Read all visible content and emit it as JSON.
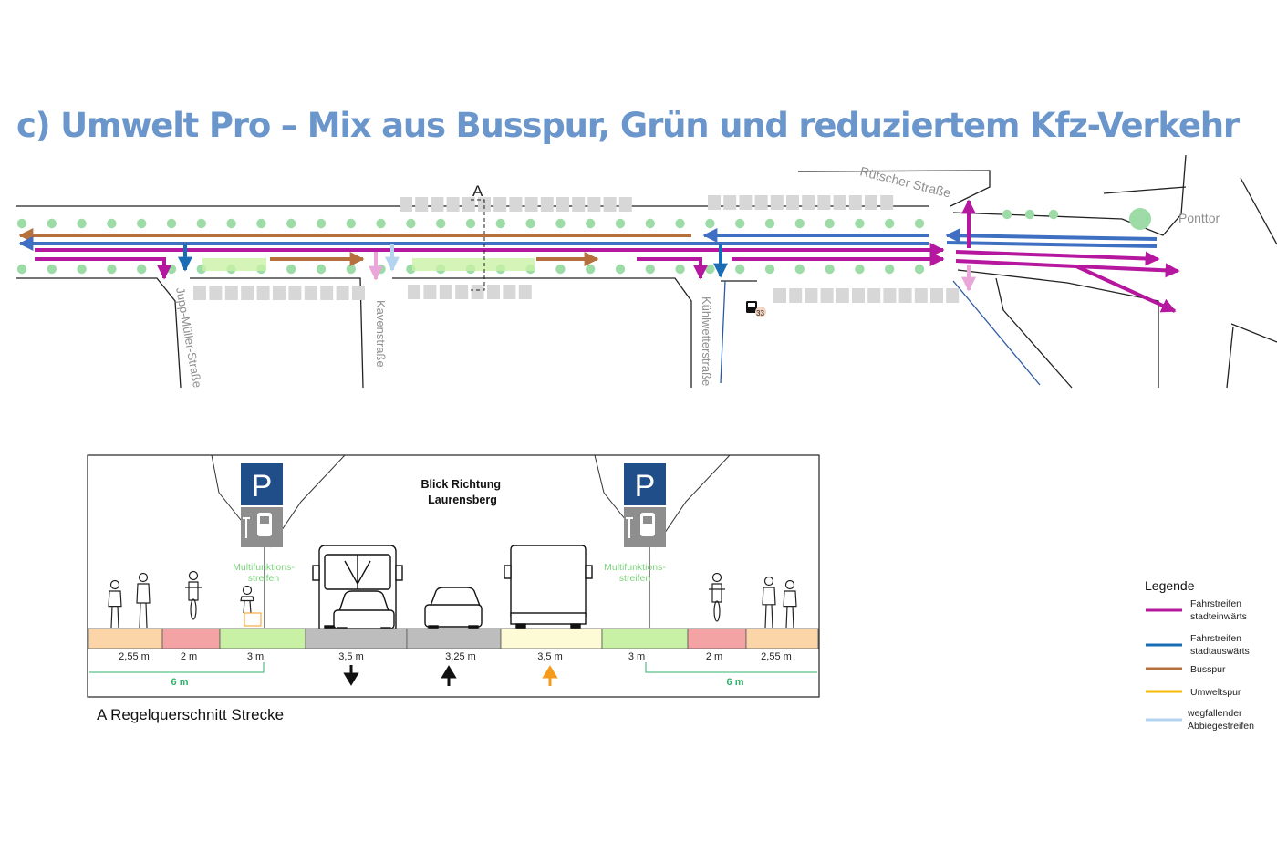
{
  "title": "c) Umwelt Pro – Mix aus Busspur, Grün und reduziertem Kfz-Verkehr",
  "plan": {
    "section_marker": "A",
    "streets": {
      "jupp": "Jupp-Müller-Straße",
      "kaven": "Kavenstraße",
      "kuhl": "Kühlwetterstraße",
      "ruetscher": "Rütscher Straße",
      "ponttor": "Ponttor"
    },
    "station_number": "33"
  },
  "section": {
    "view_label": "Blick Richtung\nLaurensberg",
    "parking_sign": "P",
    "multifunction": "Multifunktions-\nstreifen",
    "widths": [
      "2,55 m",
      "2 m",
      "3 m",
      "3,5 m",
      "3,25 m",
      "3,5 m",
      "3 m",
      "2 m",
      "2,55 m"
    ],
    "span_label": "6 m",
    "caption": "A Regelquerschnitt Strecke"
  },
  "legend": {
    "title": "Legende",
    "items": [
      {
        "label": "Fahrstreifen\nstadteinwärts",
        "color": "#b5179e"
      },
      {
        "label": "Fahrstreifen\nstadtauswärts",
        "color": "#1a6cb5"
      },
      {
        "label": "Busspur",
        "color": "#b5703d"
      },
      {
        "label": "Umweltspur",
        "color": "#f6b800"
      },
      {
        "label": "wegfallender\nAbbiegestreifen",
        "color": "#b3d3ee"
      }
    ]
  },
  "colors": {
    "title": "#6a96cc",
    "inbound": "#b5179e",
    "outbound": "#3f6fc2",
    "bus": "#b5703d",
    "turn_pink": "#e9a6d8",
    "turn_lightblue": "#b3d3ee",
    "tree": "#9ddca7",
    "green_strip": "#c9f1a6",
    "pedestrian": "#fbd5a8",
    "bike": "#f4a3a5",
    "road": "#bdbdbd",
    "environment_lane": "#fcfbd6",
    "arrow_orange": "#f49b1c"
  },
  "icons": [
    "parking-sign-icon",
    "ev-charger-icon",
    "bus-icon",
    "car-icon",
    "van-icon",
    "pedestrian-icon",
    "cyclist-icon",
    "fuel-station-icon",
    "arrow-down-icon",
    "arrow-up-icon"
  ]
}
